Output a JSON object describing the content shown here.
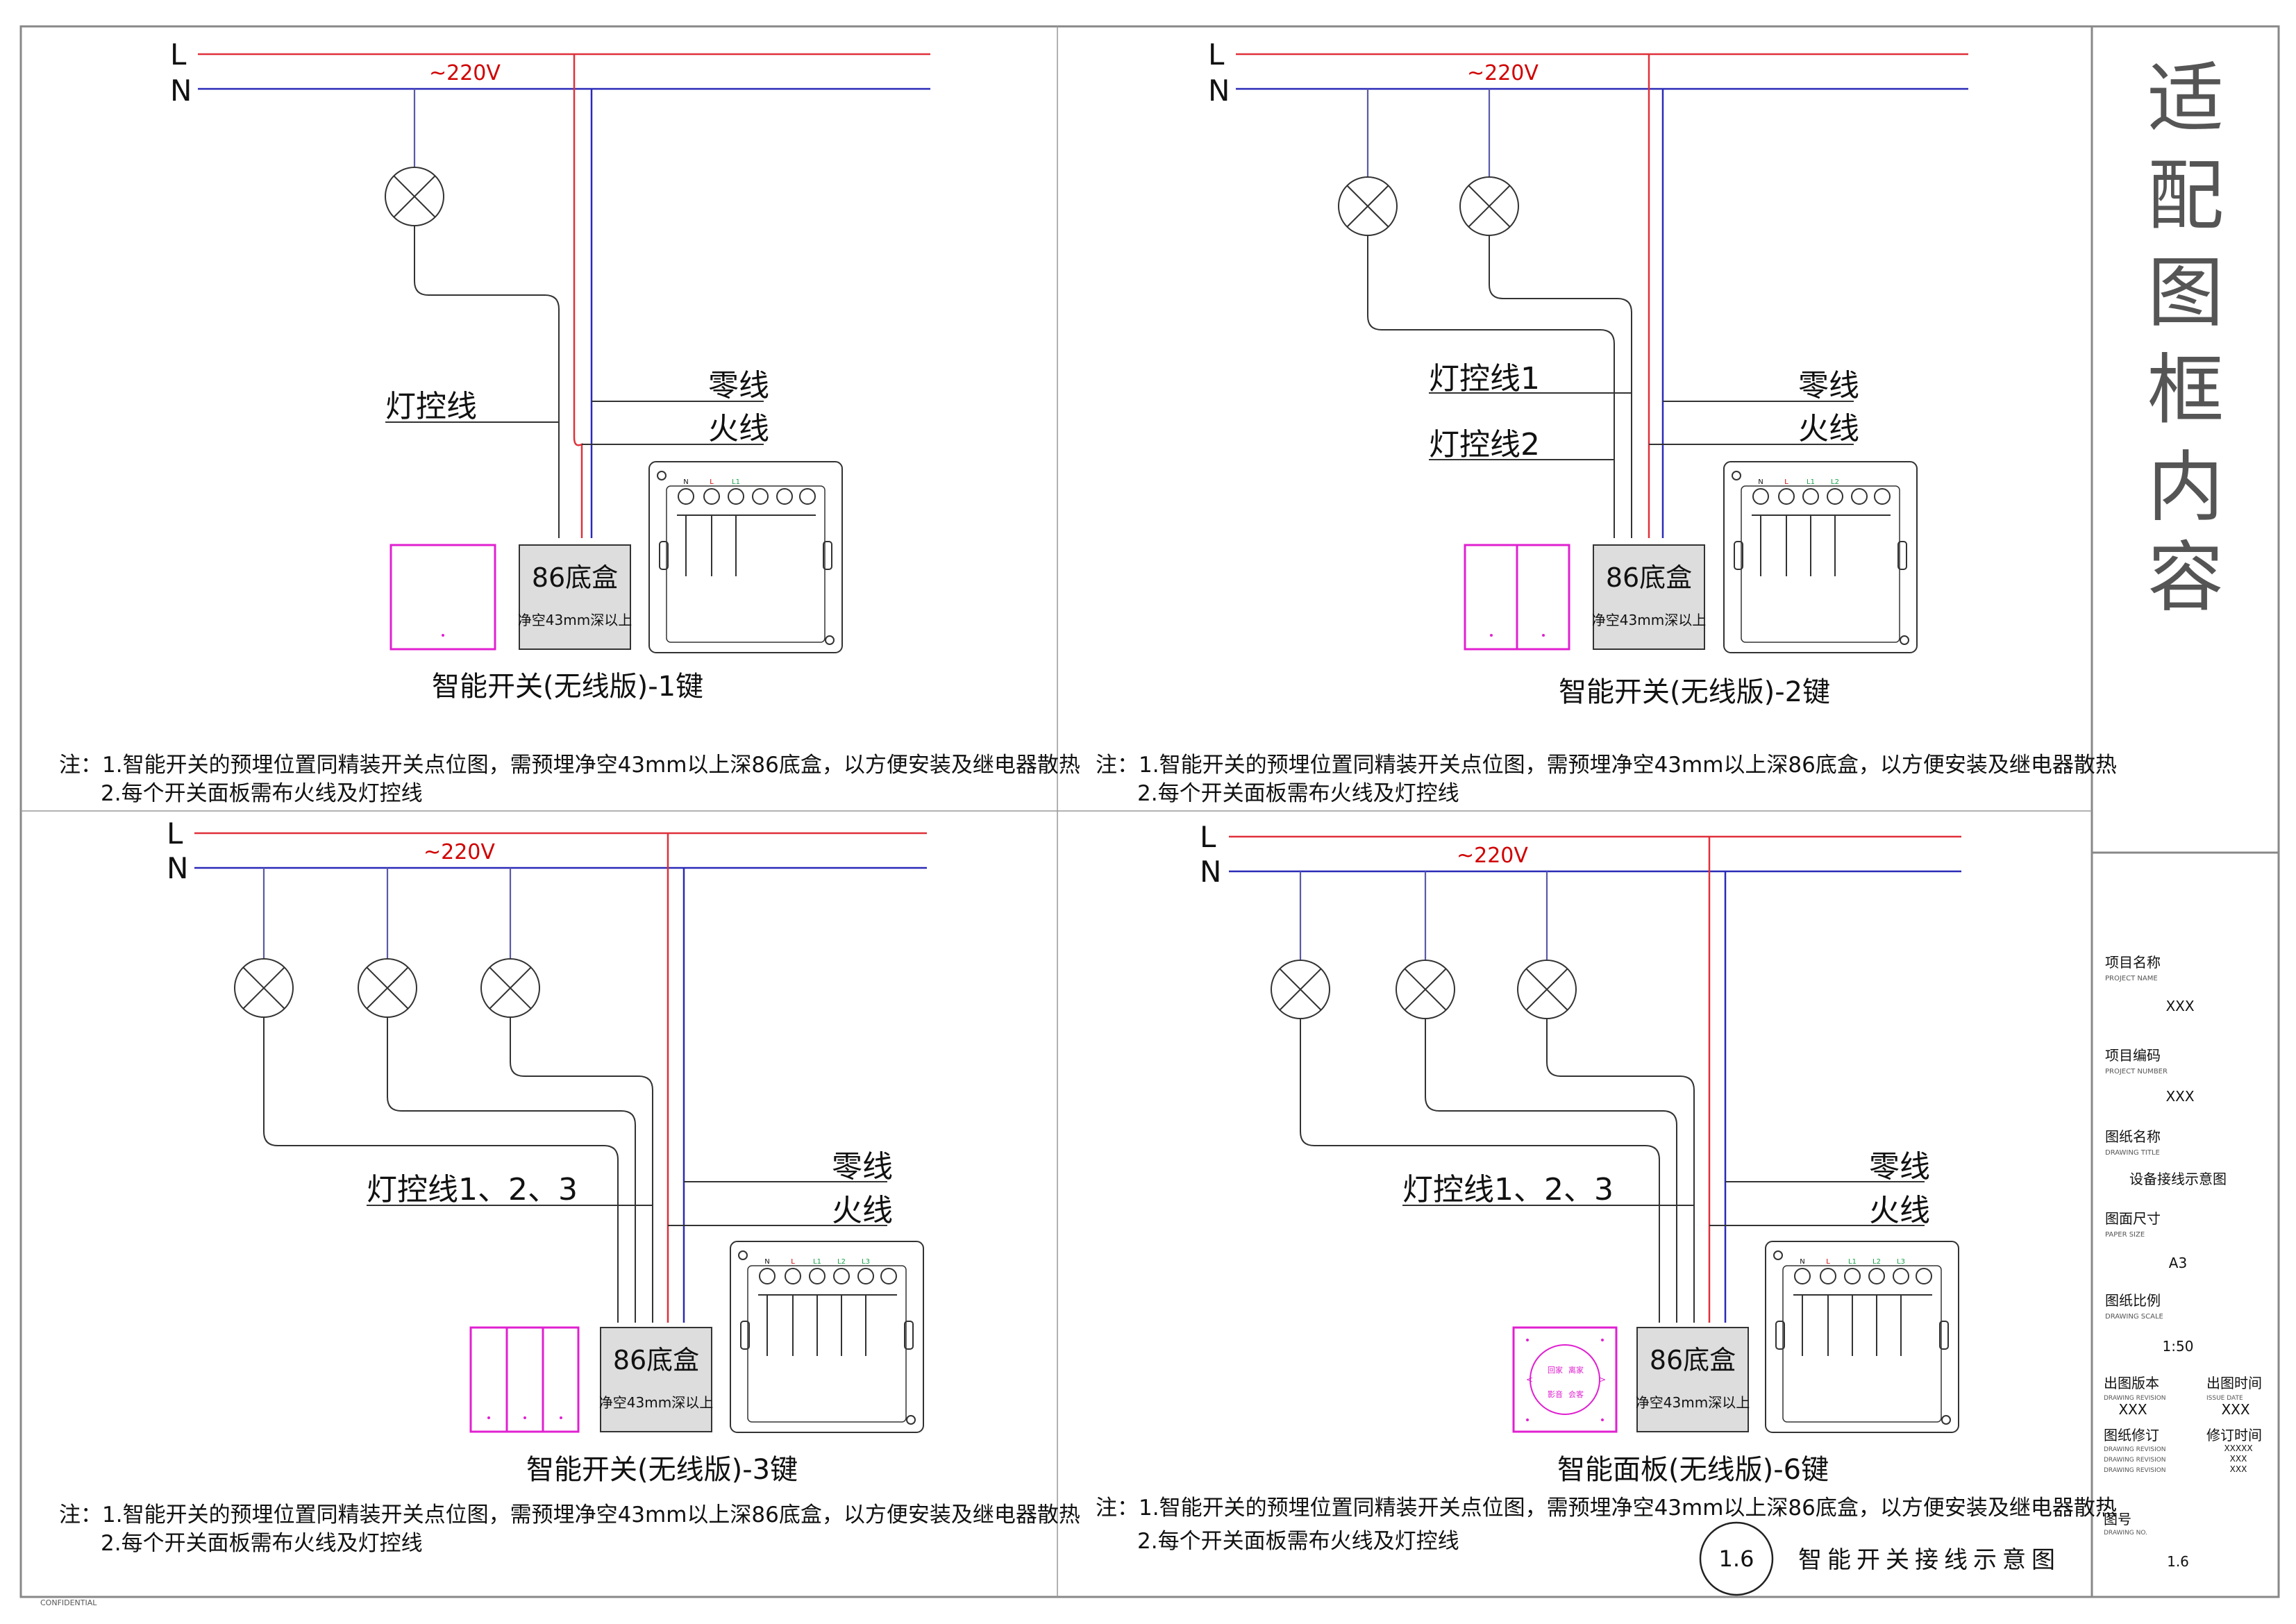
{
  "sheet": {
    "title_vertical": [
      "适",
      "配",
      "图",
      "框",
      "内",
      "容"
    ],
    "confidential": "CONFIDENTIAL",
    "drawing_badge": "1.6",
    "drawing_caption": "智能开关接线示意图"
  },
  "title_block": {
    "project_name": {
      "label": "项目名称",
      "sub": "PROJECT NAME",
      "value": "XXX"
    },
    "project_number": {
      "label": "项目编码",
      "sub": "PROJECT NUMBER",
      "value": "XXX"
    },
    "drawing_title": {
      "label": "图纸名称",
      "sub": "DRAWING TITLE",
      "value": "设备接线示意图"
    },
    "paper_size": {
      "label": "图面尺寸",
      "sub": "PAPER SIZE",
      "value": "A3"
    },
    "drawing_scale": {
      "label": "图纸比例",
      "sub": "DRAWING SCALE",
      "value": "1:50"
    },
    "drawing_revision": {
      "label": "出图版本",
      "sub": "DRAWING REVISION",
      "value": "XXX"
    },
    "issue_date": {
      "label": "出图时间",
      "sub": "ISSUE DATE",
      "value": "XXX"
    },
    "revision_drawing": {
      "label": "图纸修订",
      "subs": [
        "DRAWING REVISION",
        "DRAWING REVISION",
        "DRAWING REVISION"
      ]
    },
    "revision_time": {
      "label": "修订时间",
      "values": [
        "XXXXX",
        "XXX",
        "XXX"
      ]
    },
    "drawing_no": {
      "label": "图号",
      "sub": "DRAWING NO.",
      "value": "1.6"
    }
  },
  "common": {
    "L": "L",
    "N": "N",
    "voltage": "~220V",
    "neutral": "零线",
    "live": "火线",
    "box_title": "86底盒",
    "box_sub": "净空43mm深以上",
    "note_1": "注：1.智能开关的预埋位置同精装开关点位图，需预埋净空43mm以上深86底盒，以方便安装及继电器散热",
    "note_2": "2.每个开关面板需布火线及灯控线",
    "terminal_labels": [
      "N",
      "L",
      "L1",
      "L2",
      "L3"
    ],
    "panel6_buttons": [
      "回家",
      "离家",
      "影音",
      "会客"
    ]
  },
  "panels": [
    {
      "title": "智能开关(无线版)-1键",
      "control": "灯控线"
    },
    {
      "title": "智能开关(无线版)-2键",
      "control_1": "灯控线1",
      "control_2": "灯控线2"
    },
    {
      "title": "智能开关(无线版)-3键",
      "control": "灯控线1、2、3"
    },
    {
      "title": "智能面板(无线版)-6键",
      "control": "灯控线1、2、3"
    }
  ]
}
